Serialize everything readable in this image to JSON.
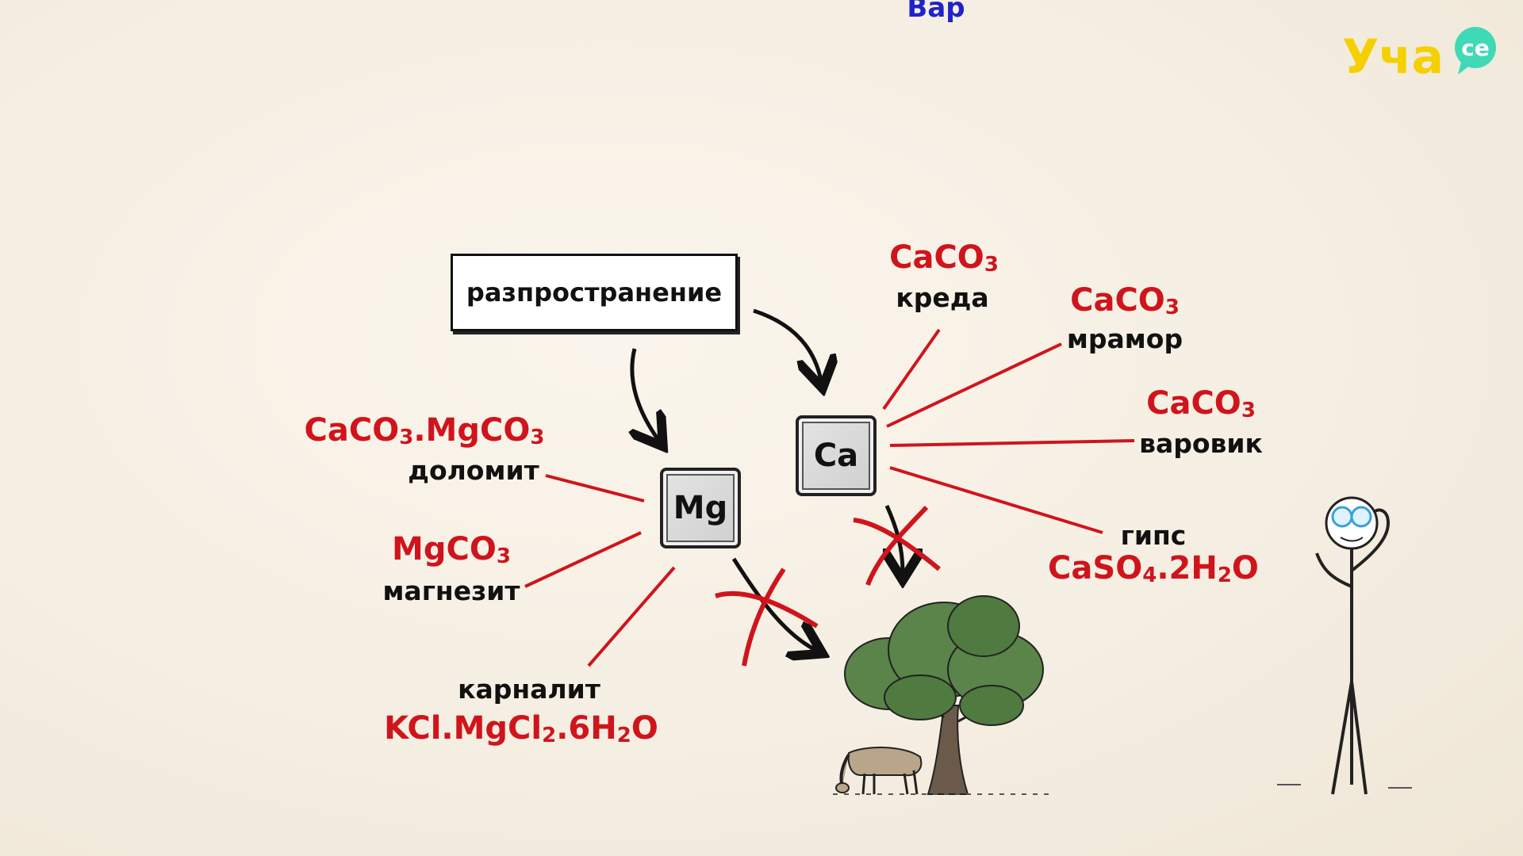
{
  "header": {
    "partial_title": "Вар"
  },
  "logo": {
    "text": "Уча",
    "badge": "се",
    "colors": {
      "yellow": "#f5d000",
      "teal": "#3fd9b8"
    }
  },
  "spread_box": {
    "label": "разпространение"
  },
  "elements": {
    "mg": {
      "symbol": "Mg"
    },
    "ca": {
      "symbol": "Ca"
    }
  },
  "magnesium_minerals": [
    {
      "name": "доломит",
      "formula_parts": [
        "CaCO₃.MgCO₃"
      ]
    },
    {
      "name": "магнезит",
      "formula_parts": [
        "MgCO₃"
      ]
    },
    {
      "name": "карналит",
      "formula_parts": [
        "KCl.MgCl₂.6H₂O"
      ]
    }
  ],
  "calcium_minerals": [
    {
      "name": "креда",
      "formula": "CaCO₃"
    },
    {
      "name": "мрамор",
      "formula": "CaCO₃"
    },
    {
      "name": "варовик",
      "formula": "CaCO₃"
    },
    {
      "name": "гипс",
      "formula": "CaSO₄.2H₂O"
    }
  ],
  "colors": {
    "formula": "#d0141c",
    "name": "#111111",
    "line": "#d0141c",
    "title": "#1f23c8",
    "tree_canopy": "#5a8449",
    "tree_trunk": "#6b5a4a",
    "deer": "#b9a58a"
  }
}
